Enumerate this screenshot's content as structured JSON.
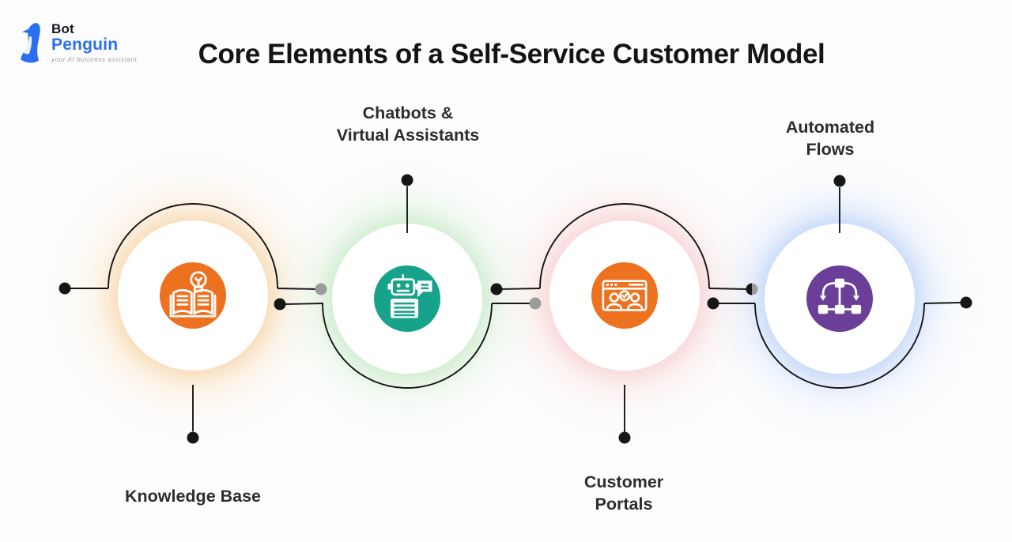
{
  "brand": {
    "name_line1": "Bot",
    "name_line2": "Penguin",
    "tagline": "your AI business assistant",
    "color": "#2a6ff0"
  },
  "title": "Core Elements of a Self-Service Customer Model",
  "nodes": [
    {
      "id": "knowledge-base",
      "label_line1": "Knowledge Base",
      "label_line2": "",
      "label_position": "below",
      "icon": "book-lightbulb-icon",
      "icon_bg": "#ee7120",
      "glow_color": "#f7b267"
    },
    {
      "id": "chatbots-virtual-assistants",
      "label_line1": "Chatbots &",
      "label_line2": "Virtual Assistants",
      "label_position": "above",
      "icon": "robot-chat-icon",
      "icon_bg": "#16a28b",
      "glow_color": "#a8e6a3"
    },
    {
      "id": "customer-portals",
      "label_line1": "Customer",
      "label_line2": "Portals",
      "label_position": "below",
      "icon": "browser-users-icon",
      "icon_bg": "#ee7120",
      "glow_color": "#f5b8b8"
    },
    {
      "id": "automated-flows",
      "label_line1": "Automated",
      "label_line2": "Flows",
      "label_position": "above",
      "icon": "flowchart-icon",
      "icon_bg": "#6b3e98",
      "glow_color": "#b8d0f5"
    }
  ],
  "connectors": {
    "line_color": "#161616",
    "black_dot_color": "#161616",
    "gray_dot_color": "#9b9b9b"
  }
}
